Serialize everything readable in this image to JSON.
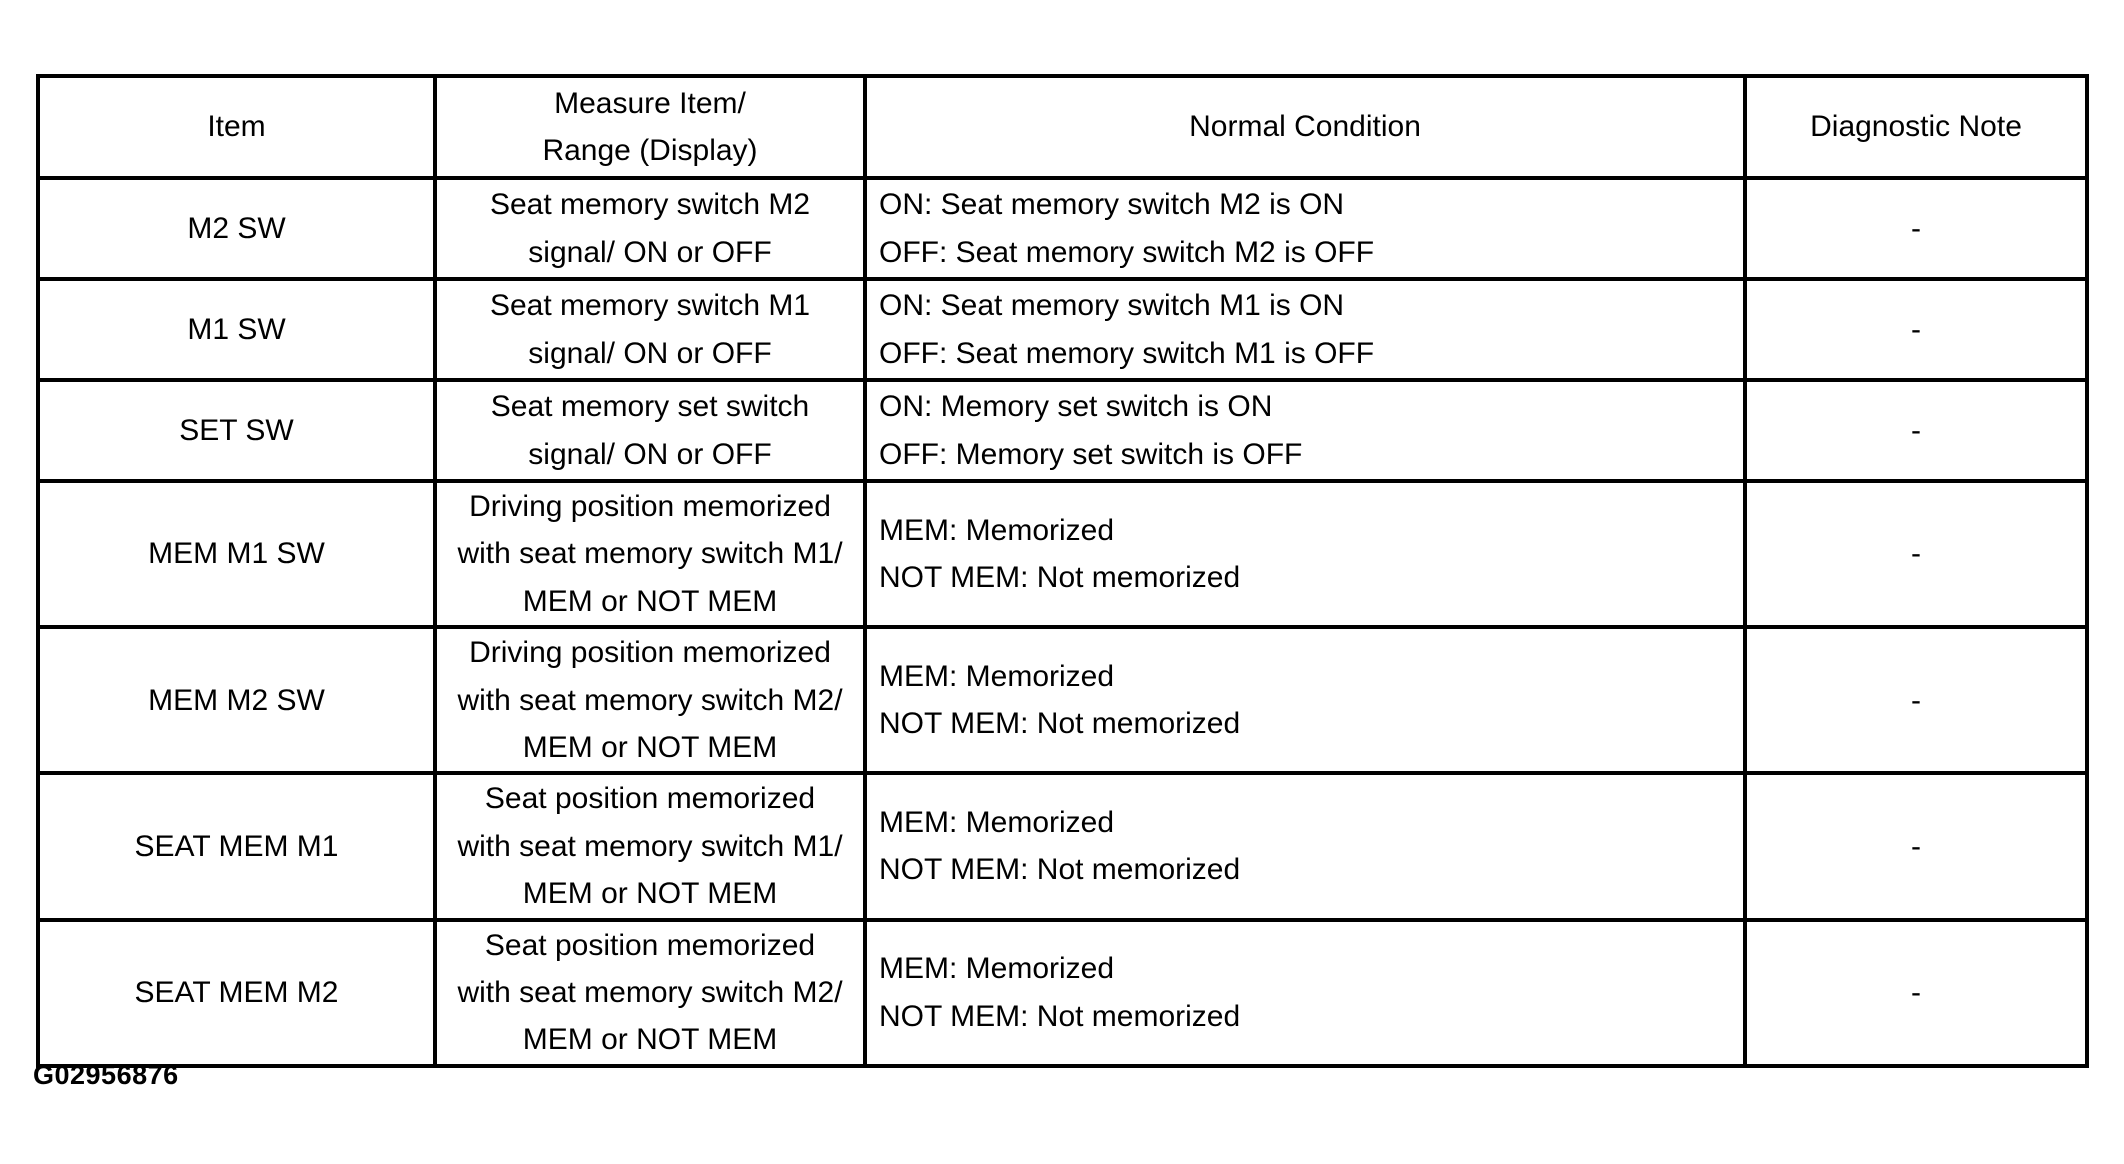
{
  "page": {
    "background": "#ffffff",
    "border_color": "#000000",
    "figure_id": "G02956876"
  },
  "table": {
    "header": {
      "item": "Item",
      "measure": [
        "Measure Item/",
        "Range (Display)"
      ],
      "normal_condition": "Normal Condition",
      "diagnostic_note": "Diagnostic Note"
    },
    "rows": [
      {
        "item": "M2 SW",
        "measure": [
          "Seat memory switch M2",
          "signal/ ON or OFF"
        ],
        "normal_condition": [
          "ON: Seat memory switch M2 is ON",
          "OFF: Seat memory switch M2 is OFF"
        ],
        "diagnostic_note": "-"
      },
      {
        "item": "M1 SW",
        "measure": [
          "Seat memory switch M1",
          "signal/ ON or OFF"
        ],
        "normal_condition": [
          "ON: Seat memory switch M1 is ON",
          "OFF: Seat memory switch M1 is OFF"
        ],
        "diagnostic_note": "-"
      },
      {
        "item": "SET SW",
        "measure": [
          "Seat memory set switch",
          "signal/ ON or OFF"
        ],
        "normal_condition": [
          "ON: Memory set switch is ON",
          "OFF: Memory set switch is OFF"
        ],
        "diagnostic_note": "-"
      },
      {
        "item": "MEM M1 SW",
        "measure": [
          "Driving position memorized",
          "with seat memory switch M1/",
          "MEM or NOT MEM"
        ],
        "normal_condition": [
          "MEM: Memorized",
          "NOT MEM: Not memorized"
        ],
        "diagnostic_note": "-"
      },
      {
        "item": "MEM M2 SW",
        "measure": [
          "Driving position memorized",
          "with seat memory switch M2/",
          "MEM or NOT MEM"
        ],
        "normal_condition": [
          "MEM: Memorized",
          "NOT MEM: Not memorized"
        ],
        "diagnostic_note": "-"
      },
      {
        "item": "SEAT MEM M1",
        "measure": [
          "Seat position memorized",
          "with seat memory switch M1/",
          "MEM or NOT MEM"
        ],
        "normal_condition": [
          "MEM: Memorized",
          "NOT MEM: Not memorized"
        ],
        "diagnostic_note": "-"
      },
      {
        "item": "SEAT MEM M2",
        "measure": [
          "Seat position memorized",
          "with seat memory switch M2/",
          "MEM or NOT MEM"
        ],
        "normal_condition": [
          "MEM: Memorized",
          "NOT MEM: Not memorized"
        ],
        "diagnostic_note": "-"
      }
    ]
  }
}
